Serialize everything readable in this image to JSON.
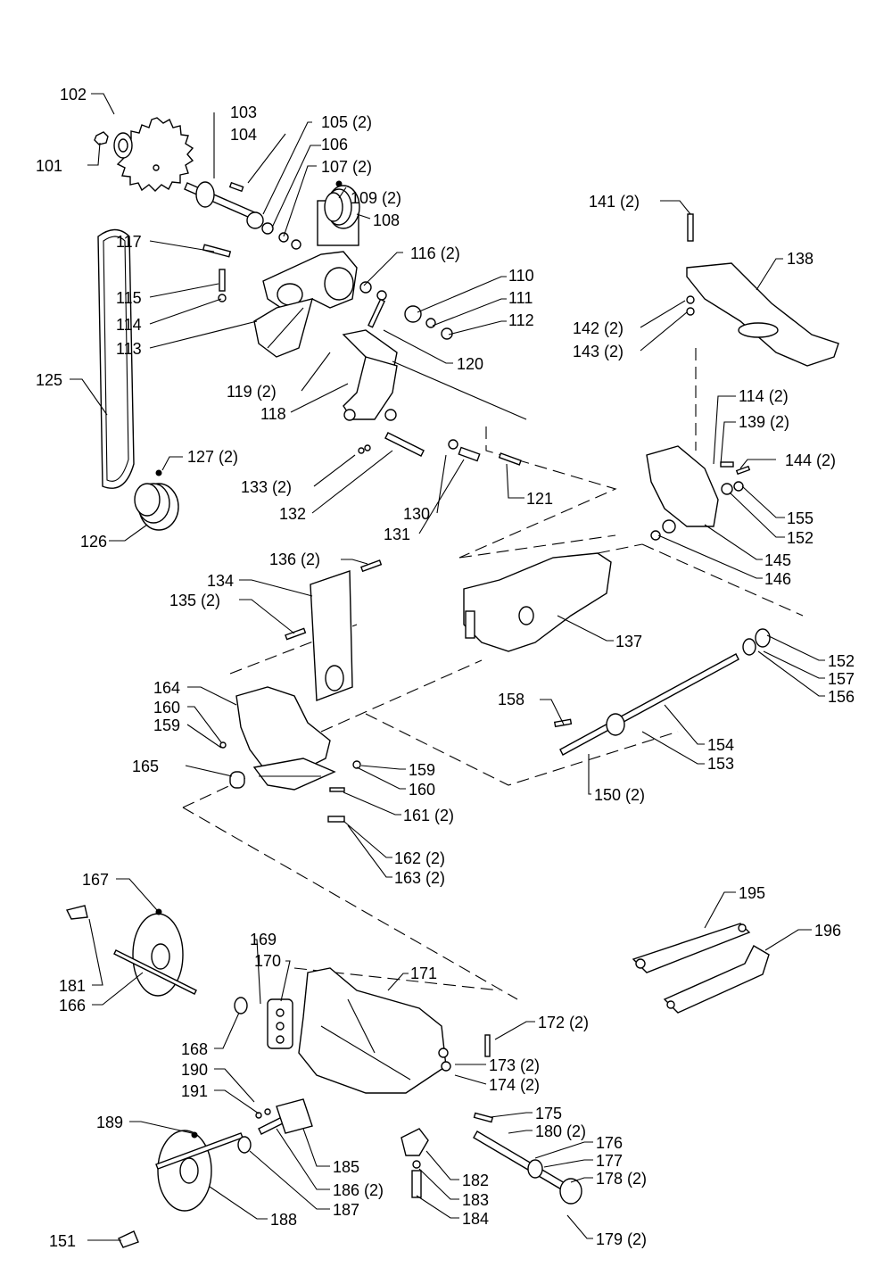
{
  "labels": {
    "p101": "101",
    "p102": "102",
    "p103": "103",
    "p104": "104",
    "p105": "105 (2)",
    "p106": "106",
    "p107": "107 (2)",
    "p108": "108",
    "p109": "109 (2)",
    "p110": "110",
    "p111": "111",
    "p112": "112",
    "p113": "113",
    "p114": "114",
    "p115": "115",
    "p116": "116 (2)",
    "p117": "117",
    "p118": "118",
    "p119": "119 (2)",
    "p120": "120",
    "p121": "121",
    "p125": "125",
    "p126": "126",
    "p127": "127 (2)",
    "p130": "130",
    "p131": "131",
    "p132": "132",
    "p133": "133 (2)",
    "p134": "134",
    "p135": "135 (2)",
    "p136": "136 (2)",
    "p137": "137",
    "p138": "138",
    "p139": "139 (2)",
    "p141": "141 (2)",
    "p142": "142 (2)",
    "p143": "143 (2)",
    "p144": "144 (2)",
    "p114b": "114 (2)",
    "p145": "145",
    "p146": "146",
    "p150": "150 (2)",
    "p151": "151",
    "p152a": "152",
    "p152b": "152",
    "p153": "153",
    "p154": "154",
    "p155": "155",
    "p156": "156",
    "p157": "157",
    "p158": "158",
    "p159a": "159",
    "p159b": "159",
    "p160a": "160",
    "p160b": "160",
    "p161": "161 (2)",
    "p162": "162 (2)",
    "p163": "163 (2)",
    "p164": "164",
    "p165": "165",
    "p166": "166",
    "p167": "167",
    "p168": "168",
    "p169": "169",
    "p170": "170",
    "p171": "171",
    "p172": "172 (2)",
    "p173": "173 (2)",
    "p174": "174 (2)",
    "p175": "175",
    "p176": "176",
    "p177": "177",
    "p178": "178 (2)",
    "p179": "179 (2)",
    "p180": "180 (2)",
    "p181": "181",
    "p182": "182",
    "p183": "183",
    "p184": "184",
    "p185": "185",
    "p186": "186 (2)",
    "p187": "187",
    "p188": "188",
    "p189": "189",
    "p190": "190",
    "p191": "191",
    "p195": "195",
    "p196": "196"
  }
}
